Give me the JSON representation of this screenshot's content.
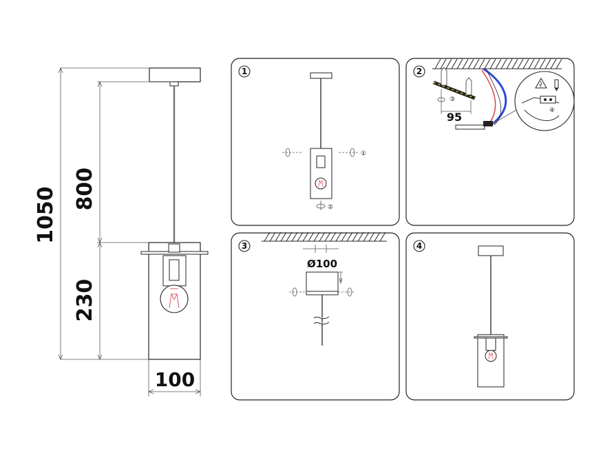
{
  "dimensions": {
    "total_height": "1050",
    "cable_length": "800",
    "shade_height": "230",
    "shade_width": "100"
  },
  "steps": [
    {
      "number": "1",
      "callouts": [
        "①",
        "②"
      ]
    },
    {
      "number": "2",
      "measurement": "95",
      "callouts": [
        "③",
        "④"
      ]
    },
    {
      "number": "3",
      "diameter_label": "Ø100"
    },
    {
      "number": "4"
    }
  ],
  "colors": {
    "line": "#333333",
    "bulb_filament": "#e05a6a",
    "wire_blue": "#2b4bd8",
    "wire_red": "#d83a3a",
    "wire_yellow": "#d6c21a"
  },
  "icons": [
    "warning-triangle-icon",
    "rotate-icon",
    "screw-icon",
    "wall-plug-icon"
  ]
}
